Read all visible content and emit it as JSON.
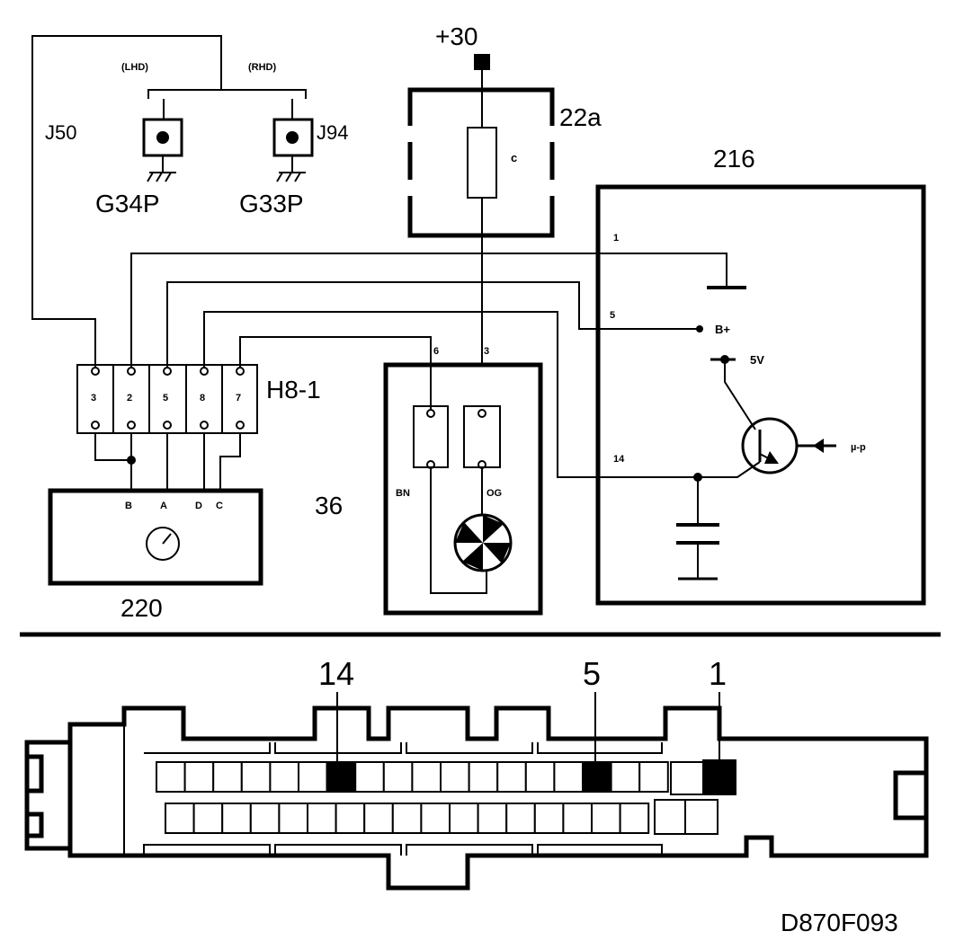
{
  "diagram": {
    "figure_id": "D870F093",
    "supply_label": "+30",
    "fuse_box": {
      "label": "22a",
      "fuse": "c"
    },
    "ground_switch": {
      "lhd": "(LHD)",
      "rhd": "(RHD)"
    },
    "grounds": [
      {
        "connector": "J50",
        "ground": "G34P"
      },
      {
        "connector": "J94",
        "ground": "G33P"
      }
    ],
    "connector": {
      "label": "H8-1",
      "pins": [
        "3",
        "2",
        "5",
        "8",
        "7"
      ]
    },
    "sensor": {
      "label": "220",
      "pins": [
        "B",
        "A",
        "D",
        "C"
      ]
    },
    "lamp_module": {
      "label": "36",
      "pin_left": "6",
      "pin_right": "3",
      "wire_left": "BN",
      "wire_right": "OG"
    },
    "ecu": {
      "label": "216",
      "pins": [
        {
          "pin": "1"
        },
        {
          "pin": "5",
          "signal": "B+"
        },
        {
          "pin": "14"
        }
      ],
      "vref": "5V",
      "micro": "µ-p"
    },
    "ecu_connector_view": {
      "pin_labels": [
        "14",
        "5",
        "1"
      ]
    }
  }
}
